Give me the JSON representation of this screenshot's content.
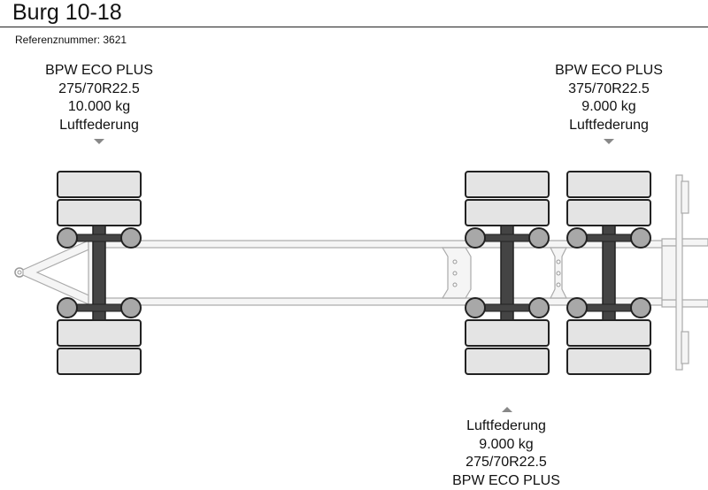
{
  "header": {
    "title": "Burg 10-18",
    "reference": "Referenznummer: 3621"
  },
  "axles": {
    "front": {
      "model": "BPW ECO PLUS",
      "tire": "275/70R22.5",
      "load": "10.000 kg",
      "suspension": "Luftfederung"
    },
    "middle": {
      "model": "BPW ECO PLUS",
      "tire": "275/70R22.5",
      "load": "9.000 kg",
      "suspension": "Luftfederung"
    },
    "rear": {
      "model": "BPW ECO PLUS",
      "tire": "375/70R22.5",
      "load": "9.000 kg",
      "suspension": "Luftfederung"
    }
  },
  "colors": {
    "tire_fill": "#e4e4e4",
    "outline": "#222222",
    "frame_fill": "#f5f5f5",
    "frame_stroke": "#aaaaaa",
    "hub_fill": "#a8a8a8",
    "axle_fill": "#444444",
    "arrow_fill": "#888888"
  }
}
